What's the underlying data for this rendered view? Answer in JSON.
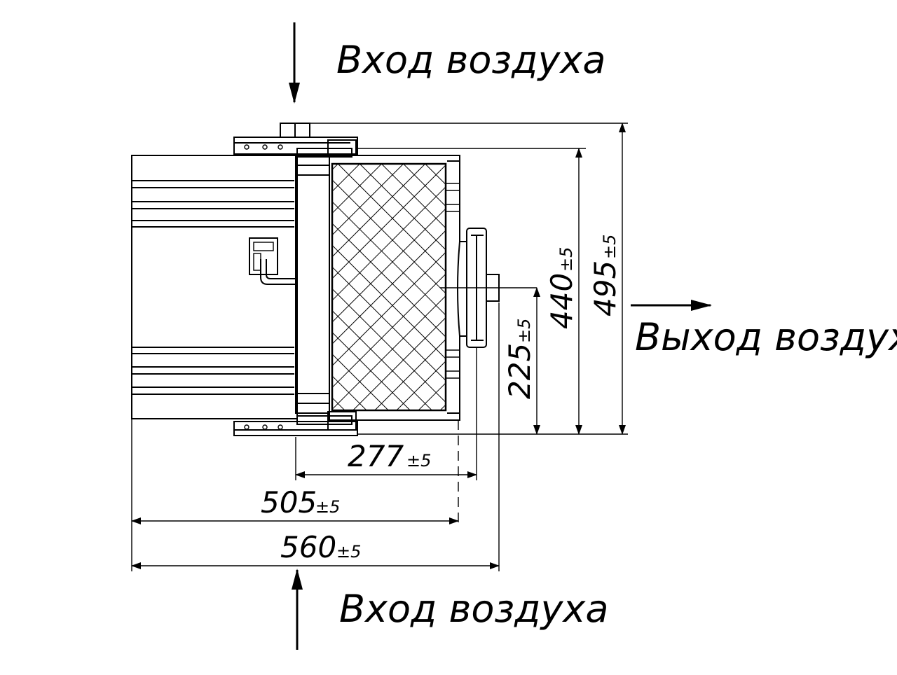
{
  "labels": {
    "air_in_top": "Вход воздуха",
    "air_in_bottom": "Вход воздуха",
    "air_out": "Выход воздуха"
  },
  "dimensions": {
    "d277": {
      "value": "277",
      "tol": "±5"
    },
    "d505": {
      "value": "505",
      "tol": "±5"
    },
    "d560": {
      "value": "560",
      "tol": "±5"
    },
    "d225": {
      "value": "225",
      "tol": "±5"
    },
    "d440": {
      "value": "440",
      "tol": "±5"
    },
    "d495": {
      "value": "495",
      "tol": "±5"
    }
  },
  "colors": {
    "line": "#000000",
    "background": "#ffffff"
  }
}
